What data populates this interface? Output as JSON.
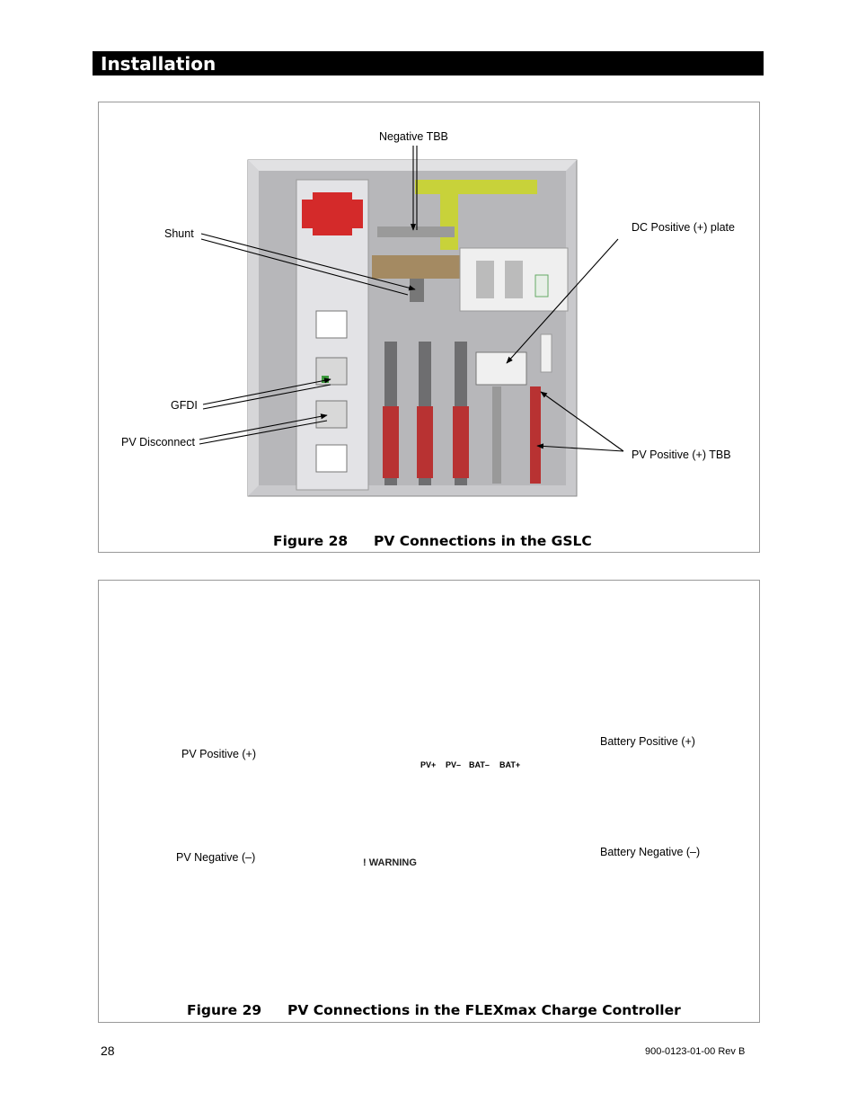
{
  "header": {
    "title": "Installation"
  },
  "figure28": {
    "number": "Figure 28",
    "title": "PV Connections in the GSLC",
    "callouts": {
      "negative_tbb": "Negative TBB",
      "shunt": "Shunt",
      "dc_positive_plate": "DC Positive (+) plate",
      "gfdi": "GFDI",
      "pv_disconnect": "PV Disconnect",
      "pv_positive_tbb": "PV Positive (+) TBB"
    }
  },
  "figure29": {
    "number": "Figure 29",
    "title": "PV Connections in the FLEXmax Charge Controller",
    "callouts": {
      "pv_positive": "PV Positive (+)",
      "pv_negative": "PV Negative (–)",
      "battery_positive": "Battery Positive  (+)",
      "battery_negative": "Battery Negative  (–)"
    },
    "terminals": [
      "PV+",
      "PV–",
      "BAT–",
      "BAT+"
    ],
    "warning": "! WARNING"
  },
  "footer": {
    "page_number": "28",
    "doc_id": "900-0123-01-00 Rev B"
  },
  "colors": {
    "accent_red": "#d42a2a",
    "tbb_yellow": "#c8d23a",
    "bar_black": "#000000"
  }
}
